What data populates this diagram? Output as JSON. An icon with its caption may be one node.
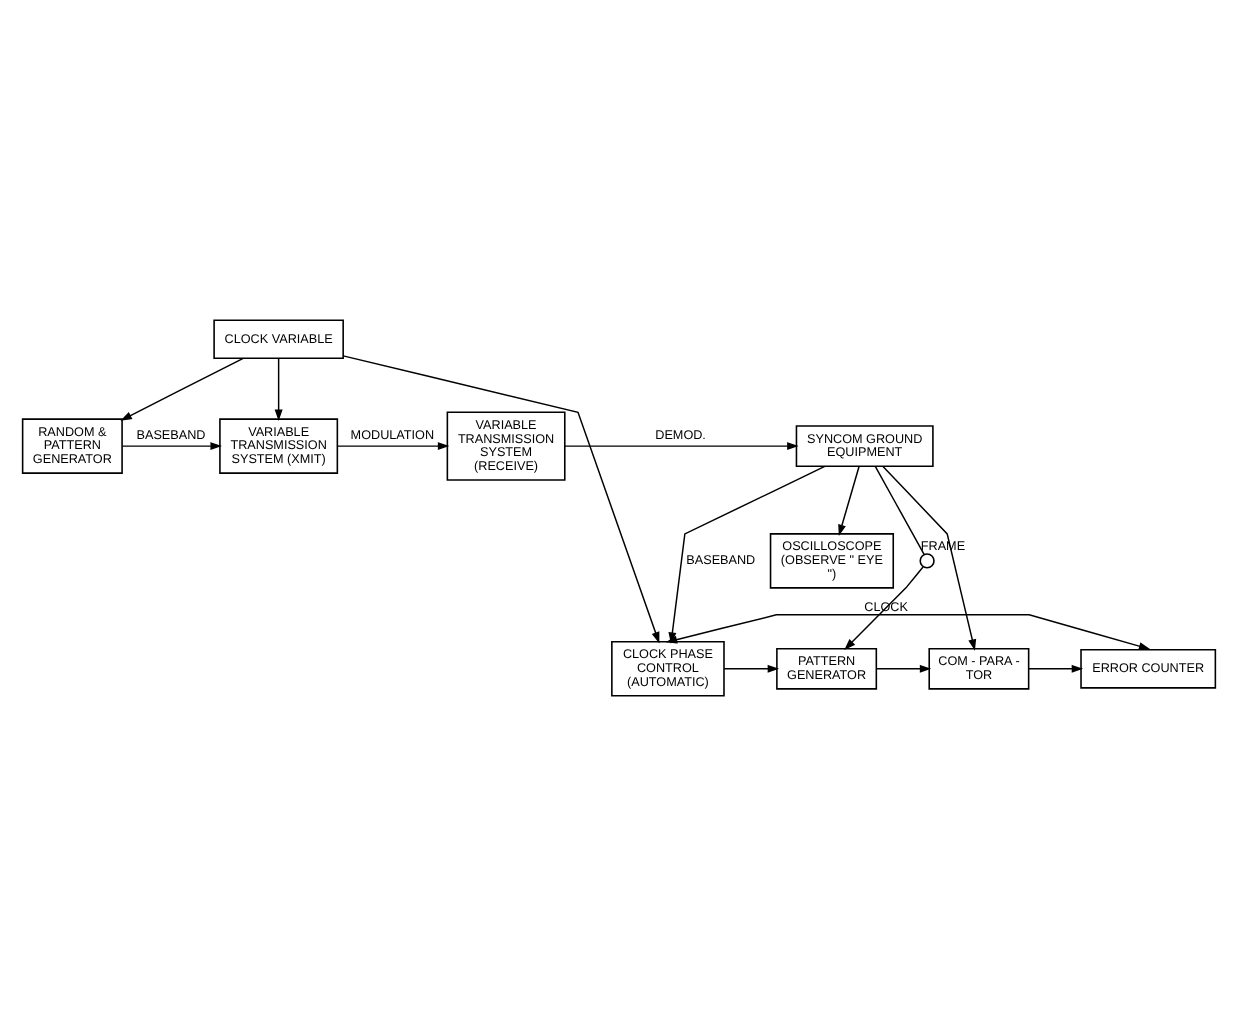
{
  "diagram": {
    "nodes": [
      {
        "text": [
          "RANDOM & PATTERN GENERATOR"
        ]
      },
      {
        "text": [
          "VARIABLE TRANSMISSION SYSTEM (XMIT)"
        ]
      },
      {
        "text": [
          "VARIABLE TRANSMISSION SYSTEM (RECEIVE)"
        ]
      },
      {
        "text": [
          "SYNCOM GROUND EQUIPMENT"
        ]
      },
      {
        "text": [
          "CLOCK VARIABLE"
        ]
      },
      {
        "text": [
          "CLOCK PHASE CONTROL (AUTOMATIC)"
        ]
      },
      {
        "text": [
          "PATTERN GENERATOR"
        ]
      },
      {
        "text": [
          "COM - PARA - TOR"
        ]
      },
      {
        "text": [
          "ERROR COUNTER"
        ]
      },
      {
        "text": [
          "OSCILLOSCOPE (OBSERVE \" EYE \")"
        ]
      },
      {
        "text": [],
        "shape": "switch",
        "beside": [
          "FRAME"
        ]
      }
    ],
    "edges": [
      {
        "from": 0,
        "to": 1,
        "arrow": "to",
        "label": "BASEBAND"
      },
      {
        "from": 1,
        "to": 2,
        "arrow": "to",
        "label": "MODULATION"
      },
      {
        "from": 2,
        "to": 3,
        "arrow": "to",
        "label": "DEMOD."
      },
      {
        "from": 4,
        "to": 0,
        "arrow": "to"
      },
      {
        "from": 4,
        "to": 1,
        "arrow": "to"
      },
      {
        "from": 4,
        "to": 5,
        "arrow": "to"
      },
      {
        "from": 5,
        "to": 8,
        "arrow": "both",
        "label": "CLOCK"
      },
      {
        "from": 5,
        "to": 6,
        "arrow": "to"
      },
      {
        "from": 6,
        "to": 7,
        "arrow": "to"
      },
      {
        "from": 7,
        "to": 8,
        "arrow": "to"
      },
      {
        "from": 3,
        "to": 5,
        "arrow": "to",
        "label": "BASEBAND"
      },
      {
        "from": 3,
        "to": 10,
        "arrow": "none"
      },
      {
        "from": 10,
        "to": 6,
        "arrow": "to"
      },
      {
        "from": 3,
        "to": 7,
        "arrow": "to"
      },
      {
        "from": 3,
        "to": 9,
        "arrow": "to"
      }
    ]
  }
}
